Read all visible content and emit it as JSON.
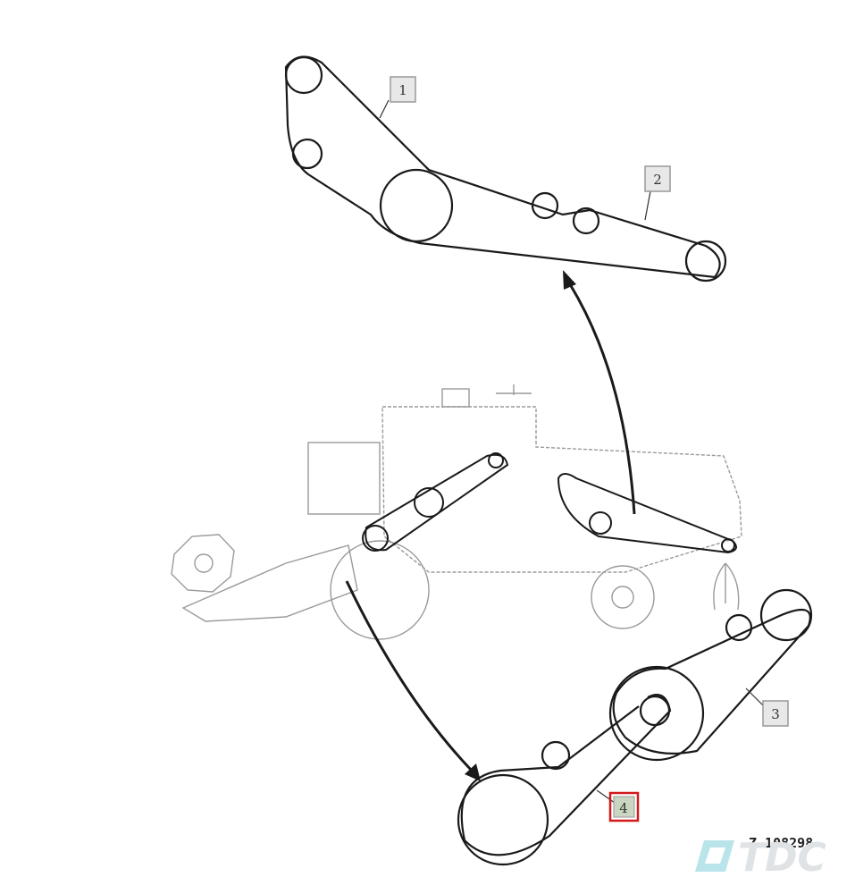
{
  "callouts": [
    {
      "id": "1",
      "label": "1",
      "highlighted": false
    },
    {
      "id": "2",
      "label": "2",
      "highlighted": false
    },
    {
      "id": "3",
      "label": "3",
      "highlighted": false
    },
    {
      "id": "4",
      "label": "4",
      "highlighted": true
    }
  ],
  "reference_code": "Z 108298",
  "watermark": {
    "text": "TDC",
    "icon": "tdc-logo-icon"
  },
  "colors": {
    "line": "#1a1a1a",
    "light_line": "#9a9a9a",
    "callout_fill": "#e8e8e8",
    "callout_border": "#999999",
    "highlight": "#d11a1a",
    "watermark": "#dfe3e6"
  }
}
